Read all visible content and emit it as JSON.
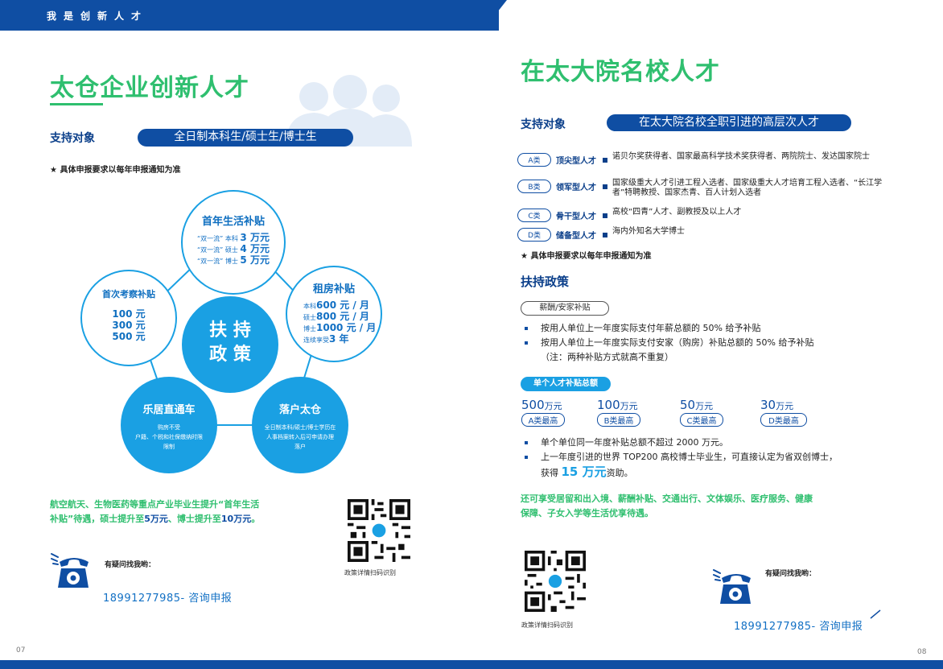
{
  "header": {
    "title": "我是创新人才"
  },
  "left": {
    "title": "太仓企业创新人才",
    "support_label": "支持对象",
    "support_value": "全日制本科生/硕士生/博士生",
    "note": "★  具体申报要求以每年申报通知为准",
    "center": {
      "line1": "扶 持",
      "line2": "政 策"
    },
    "life_subsidy": {
      "title": "首年生活补贴",
      "rows": [
        {
          "tag": "“双一流” 本科",
          "value": "3 万元"
        },
        {
          "tag": "“双一流” 硕士",
          "value": "4 万元"
        },
        {
          "tag": "“双一流” 博士",
          "value": "5 万元"
        }
      ]
    },
    "inspection": {
      "title": "首次考察补贴",
      "values": [
        "100 元",
        "300 元",
        "500 元"
      ]
    },
    "rent": {
      "title": "租房补贴",
      "rows": [
        {
          "tag": "本科",
          "value": "600 元 / 月"
        },
        {
          "tag": "硕士",
          "value": "800 元 / 月"
        },
        {
          "tag": "博士",
          "value": "1000 元 / 月"
        },
        {
          "tag": "连续享受",
          "value": "3 年"
        }
      ]
    },
    "housing": {
      "title": "乐居直通车",
      "lines": [
        "购房不受",
        "户籍、个税和社保缴纳时限",
        "限制"
      ]
    },
    "hukou": {
      "title": "落户太仓",
      "lines": [
        "全日制本科/硕士/博士学历在",
        "人事档案转入后可申请办理",
        "落户"
      ]
    },
    "promo": {
      "part1": "航空航天、生物医药等重点产业毕业生提升“首年生活",
      "part2": "补贴”待遇，硕士提升至",
      "hl1": "5万元",
      "part3": "、博士提升至",
      "hl2": "10万元",
      "part4": "。"
    },
    "qr_caption": "政策详情扫码识别",
    "contact_label": "有疑问找我哟：",
    "phone": "18991277985- 咨询申报",
    "page": "07"
  },
  "right": {
    "title": "在太大院名校人才",
    "support_label": "支持对象",
    "support_value": "在太大院名校全职引进的高层次人才",
    "categories": [
      {
        "tag": "A类",
        "name": "顶尖型人才",
        "desc": "诺贝尔奖获得者、国家最高科学技术奖获得者、两院院士、发达国家院士"
      },
      {
        "tag": "B类",
        "name": "领军型人才",
        "desc": "国家级重大人才引进工程入选者、国家级重大人才培育工程入选者、“长江学者”特聘教授、国家杰青、百人计划入选者"
      },
      {
        "tag": "C类",
        "name": "骨干型人才",
        "desc": "高校“四青”人才、副教授及以上人才"
      },
      {
        "tag": "D类",
        "name": "储备型人才",
        "desc": "海内外知名大学博士"
      }
    ],
    "note": "★  具体申报要求以每年申报通知为准",
    "policy_title": "扶持政策",
    "salary_tag": "薪酬/安家补贴",
    "bullets1": [
      "按用人单位上一年度实际支付年薪总额的 50% 给予补贴",
      "按用人单位上一年度实际支付安家（购房）补贴总额的 50% 给予补贴",
      "（注：两种补贴方式就高不重复）"
    ],
    "total_pill": "单个人才补贴总额",
    "amounts": [
      {
        "num": "500",
        "unit": "万元",
        "tag": "A类最高"
      },
      {
        "num": "100",
        "unit": "万元",
        "tag": "B类最高"
      },
      {
        "num": "50",
        "unit": "万元",
        "tag": "C类最高"
      },
      {
        "num": "30",
        "unit": "万元",
        "tag": "D类最高"
      }
    ],
    "bullet_limit": "单个单位同一年度补贴总额不超过 2000 万元。",
    "bullet_top200_a": "上一年度引进的世界 TOP200 高校博士毕业生，可直接认定为省双创博士，",
    "bullet_top200_b": "获得 ",
    "bullet_top200_amount": "15 万元",
    "bullet_top200_c": "资助。",
    "benefits": [
      "还可享受居留和出入境、薪酬补贴、交通出行、文体娱乐、医疗服务、健康",
      "保障、子女入学等生活优享待遇。"
    ],
    "qr_caption": "政策详情扫码识别",
    "contact_label": "有疑问找我哟：",
    "phone": "18991277985- 咨询申报",
    "page": "08"
  },
  "colors": {
    "navy": "#0f4ea3",
    "green": "#2fbf6f",
    "cyan": "#1aa0e3"
  }
}
